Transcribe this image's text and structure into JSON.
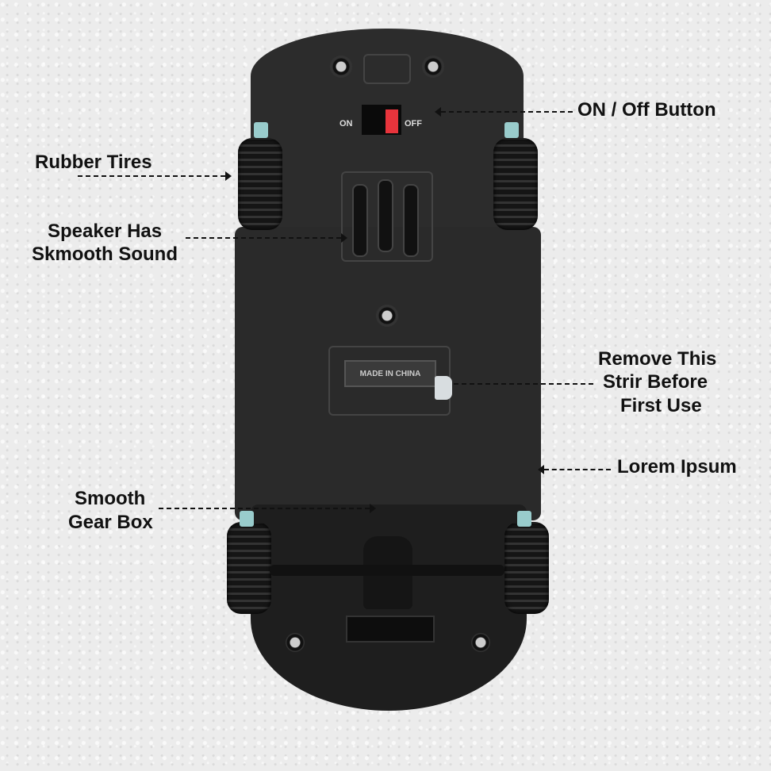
{
  "image": {
    "subject": "Underside of a black toy RC car on a white textured background with callout labels"
  },
  "car": {
    "switch_labels": {
      "on": "ON",
      "off": "OFF"
    },
    "switch_color": "#e8343c",
    "plate_text": "MADE IN CHINA"
  },
  "callouts": [
    {
      "id": "on-off",
      "lines": [
        "ON / Off Button"
      ]
    },
    {
      "id": "tires",
      "lines": [
        "Rubber Tires"
      ]
    },
    {
      "id": "speaker",
      "lines": [
        "Speaker Has",
        "Skmooth Sound"
      ]
    },
    {
      "id": "strip",
      "lines": [
        "Remove This",
        "Strir Before",
        "First Use"
      ]
    },
    {
      "id": "lorem",
      "lines": [
        "Lorem Ipsum"
      ]
    },
    {
      "id": "gearbox",
      "lines": [
        "Smooth",
        "Gear Box"
      ]
    }
  ]
}
